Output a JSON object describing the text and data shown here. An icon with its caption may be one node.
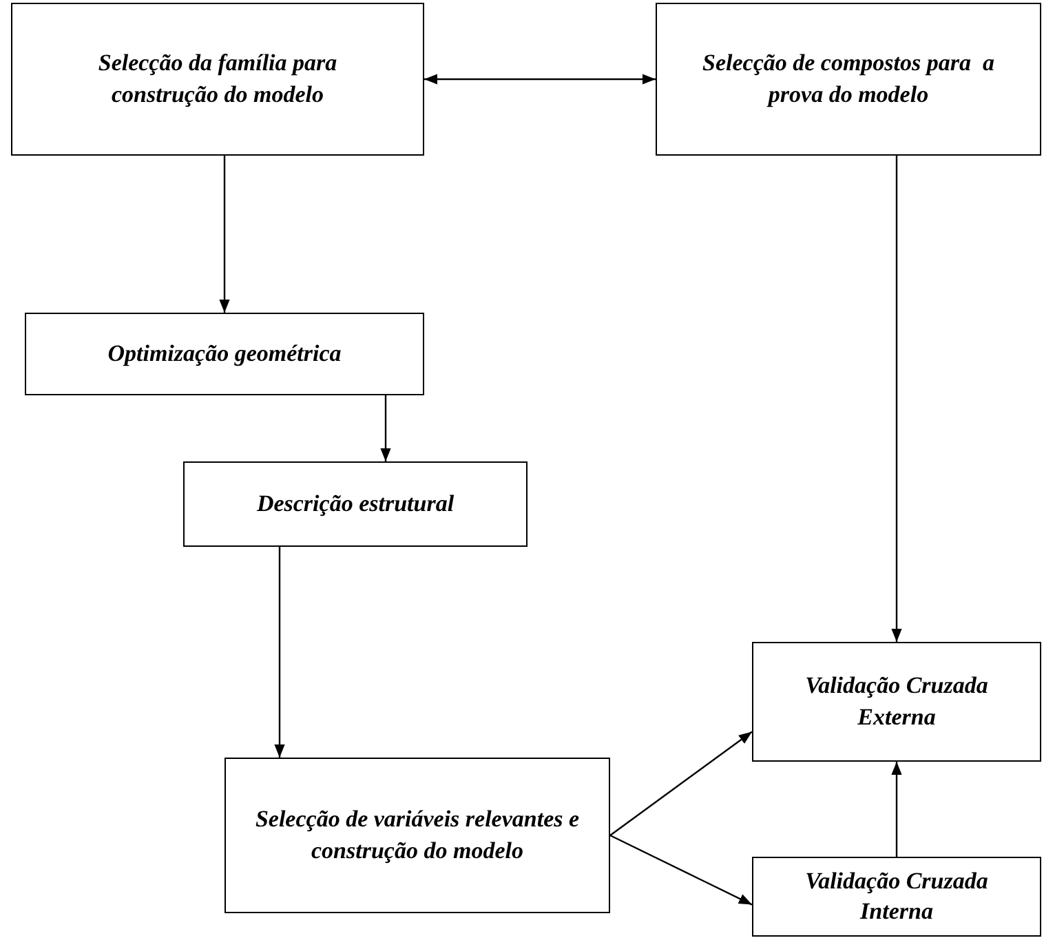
{
  "diagram": {
    "nodes": [
      {
        "text": [
          "Selecção da família para construção do modelo"
        ]
      },
      {
        "text": [
          "Selecção de compostos para  a prova do modelo"
        ]
      },
      {
        "text": [
          "Optimização geométrica"
        ]
      },
      {
        "text": [
          "Descrição estrutural"
        ]
      },
      {
        "text": [
          "Selecção de variáveis relevantes e construção do modelo"
        ]
      },
      {
        "text": [
          "Validação Cruzada Externa"
        ]
      },
      {
        "text": [
          "Validação Cruzada Interna"
        ]
      }
    ],
    "edges": [
      {
        "from": 0,
        "to": 1,
        "arrow": "both"
      },
      {
        "from": 0,
        "to": 2,
        "arrow": "to"
      },
      {
        "from": 2,
        "to": 3,
        "arrow": "to"
      },
      {
        "from": 3,
        "to": 4,
        "arrow": "to"
      },
      {
        "from": 1,
        "to": 5,
        "arrow": "to"
      },
      {
        "from": 4,
        "to": 5,
        "arrow": "to"
      },
      {
        "from": 4,
        "to": 6,
        "arrow": "to"
      },
      {
        "from": 6,
        "to": 5,
        "arrow": "to"
      }
    ]
  }
}
